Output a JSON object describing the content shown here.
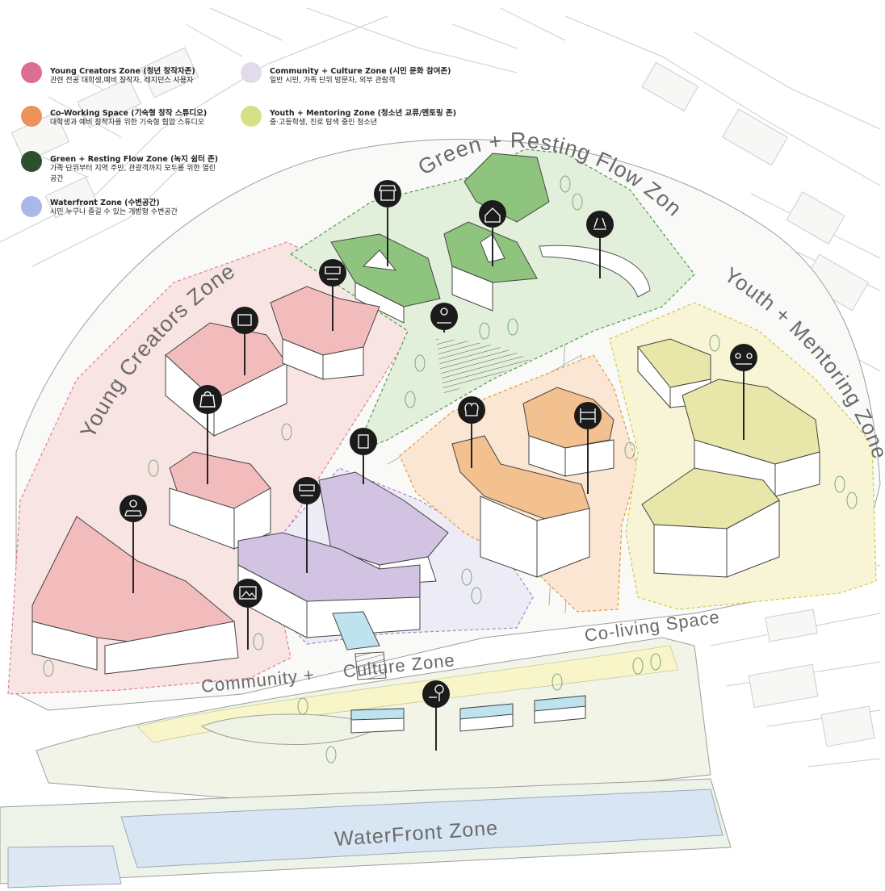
{
  "legend": [
    {
      "name": "Young Creators Zone (청년 창작자존)",
      "desc": "관련 전공 대학생,예비 창작자, 레지던스 사용자",
      "color": "#dc6e96"
    },
    {
      "name": "Community + Culture Zone (시민 문화 참여존)",
      "desc": "일반 시민, 가족 단위 방문자, 외부 관람객",
      "color": "#e2dcea"
    },
    {
      "name": "Co-Working Space (기숙형 창작 스튜디오)",
      "desc": "대학생과 예비 창작자를 위한 기숙형 협업 스튜디오",
      "color": "#ee925c"
    },
    {
      "name": "Youth + Mentoring Zone (청소년 교류/멘토링 존)",
      "desc": "중·고등학생, 진로 탐색 중인 청소년",
      "color": "#d6e187"
    },
    {
      "name": "Green + Resting Flow Zone (녹지 쉼터 존)",
      "desc": "가족 단위부터 지역 주민, 관광객까지 모두를 위한 열린 공간",
      "color": "#2d4f2c"
    },
    {
      "name": "Waterfront Zone (수변공간)",
      "desc": "시민 누구나 즐길 수 있는 개방형 수변공간",
      "color": "#a8b8e8"
    }
  ],
  "map_labels": {
    "green_resting": "Green + Resting Flow Zone",
    "young_creators": "Young Creators  Zone",
    "youth_mentoring": "Youth + Mentoring Zone",
    "co_living": "Co-living Space",
    "community_culture": "Community +     Culture Zone",
    "waterfront": "WaterFront Zone"
  },
  "pins": [
    {
      "icon": "market-stall-icon"
    },
    {
      "icon": "house-plant-icon"
    },
    {
      "icon": "picnic-tree-icon"
    },
    {
      "icon": "workshop-group-icon"
    },
    {
      "icon": "painter-easel-icon"
    },
    {
      "icon": "guitar-player-icon"
    },
    {
      "icon": "shopping-bag-icon"
    },
    {
      "icon": "book-icon"
    },
    {
      "icon": "chef-hat-icon"
    },
    {
      "icon": "bunk-bed-icon"
    },
    {
      "icon": "mentoring-group-icon"
    },
    {
      "icon": "presenter-group-icon"
    },
    {
      "icon": "laptop-user-icon"
    },
    {
      "icon": "gallery-image-icon"
    },
    {
      "icon": "park-bench-tree-icon"
    }
  ]
}
